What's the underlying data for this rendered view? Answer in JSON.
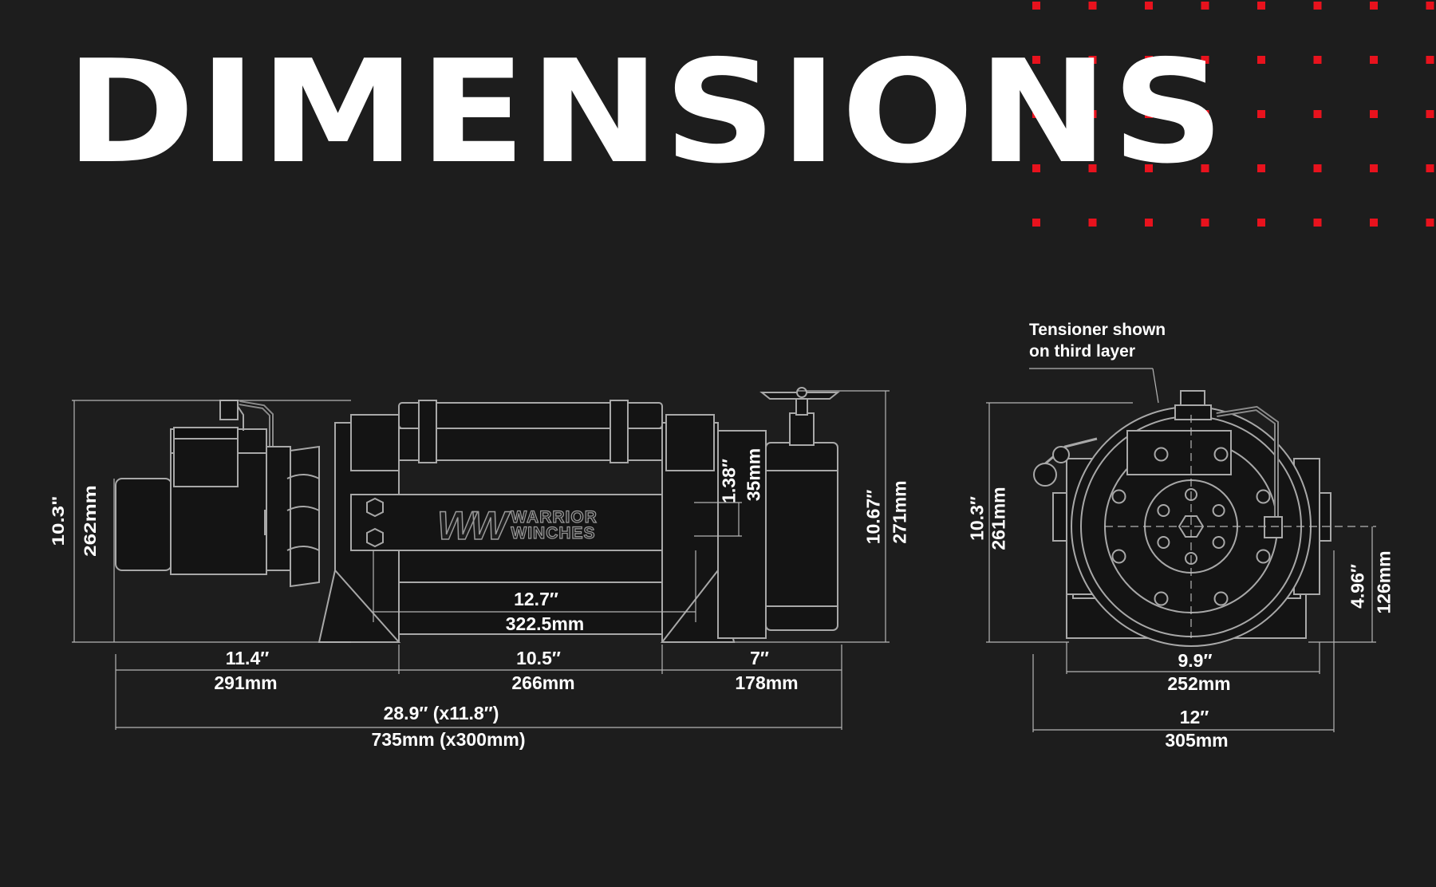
{
  "header": {
    "title": "DIMENSIONS"
  },
  "brand": {
    "logo_mark": "WW",
    "logo_text_line1": "WARRIOR",
    "logo_text_line2": "WINCHES"
  },
  "colors": {
    "background": "#1d1d1d",
    "accent_dots": "#e8121d",
    "linework": "#a8a8a8",
    "text": "#ffffff"
  },
  "side_view": {
    "overall_height": {
      "imperial": "10.3\"",
      "metric": "262mm"
    },
    "right_height": {
      "imperial": "10.67″",
      "metric": "271mm"
    },
    "hole_offset": {
      "imperial": "1.38″",
      "metric": "35mm"
    },
    "hole_spacing": {
      "imperial": "12.7″",
      "metric": "322.5mm"
    },
    "motor_length": {
      "imperial": "11.4″",
      "metric": "291mm"
    },
    "drum_length": {
      "imperial": "10.5″",
      "metric": "266mm"
    },
    "gearbox_length": {
      "imperial": "7″",
      "metric": "178mm"
    },
    "overall_length": {
      "imperial": "28.9″ (x11.8″)",
      "metric": "735mm (x300mm)"
    }
  },
  "end_view": {
    "note_line1": "Tensioner shown",
    "note_line2": "on third layer",
    "overall_height": {
      "imperial": "10.3″",
      "metric": "261mm"
    },
    "center_height": {
      "imperial": "4.96″",
      "metric": "126mm"
    },
    "mount_width": {
      "imperial": "9.9″",
      "metric": "252mm"
    },
    "overall_width": {
      "imperial": "12″",
      "metric": "305mm"
    }
  }
}
